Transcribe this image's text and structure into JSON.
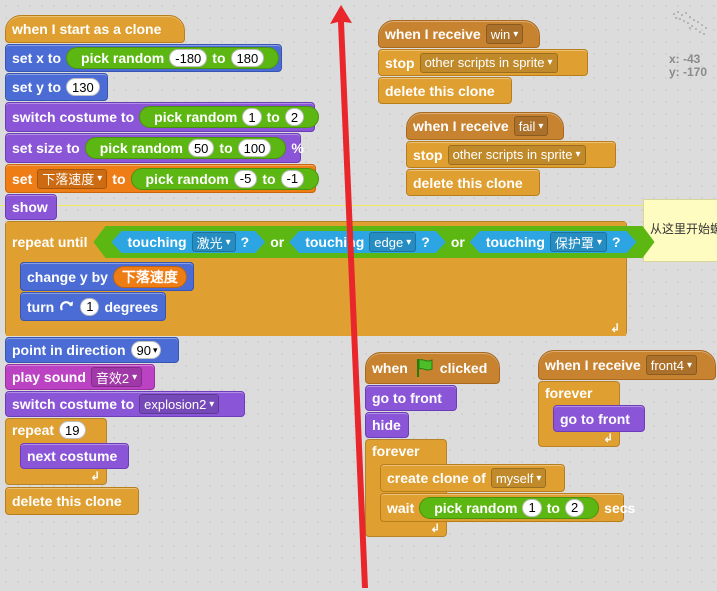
{
  "colors": {
    "events": "#c88330",
    "control": "#e0a031",
    "motion": "#4a6cd4",
    "looks": "#8a55d7",
    "sound": "#bb42c3",
    "data": "#ee7d16",
    "operators": "#5cb712",
    "sensing": "#2ca5e2",
    "annotation_arrow": "#e8262b"
  },
  "sprite_info": {
    "x_label": "x: -43",
    "y_label": "y: -170"
  },
  "comment": {
    "text": "从这里开始螺"
  },
  "script_clone": {
    "hat": "when I start as a clone",
    "set_x": {
      "label": "set x to",
      "op": "pick random",
      "a": "-180",
      "to": "to",
      "b": "180"
    },
    "set_y": {
      "label": "set y to",
      "value": "130"
    },
    "switch_costume": {
      "label": "switch costume to",
      "op": "pick random",
      "a": "1",
      "to": "to",
      "b": "2"
    },
    "set_size": {
      "label": "set size to",
      "op": "pick random",
      "a": "50",
      "to": "to",
      "b": "100",
      "suffix": "%"
    },
    "set_var": {
      "label": "set",
      "var": "下落速度",
      "to_word": "to",
      "op": "pick random",
      "a": "-5",
      "to": "to",
      "b": "-1"
    },
    "show": "show",
    "repeat_until": {
      "label": "repeat until",
      "touching1": {
        "label": "touching",
        "target": "激光",
        "q": "?"
      },
      "or1": "or",
      "touching2": {
        "label": "touching",
        "target": "edge",
        "q": "?"
      },
      "or2": "or",
      "touching3": {
        "label": "touching",
        "target": "保护罩",
        "q": "?"
      },
      "change_y": {
        "label": "change y by",
        "var": "下落速度"
      },
      "turn": {
        "label": "turn",
        "value": "1",
        "suffix": "degrees"
      }
    },
    "point_dir": {
      "label": "point in direction",
      "value": "90"
    },
    "play_sound": {
      "label": "play sound",
      "sound": "音效2"
    },
    "switch_costume2": {
      "label": "switch costume to",
      "costume": "explosion2"
    },
    "repeat": {
      "label": "repeat",
      "value": "19",
      "inner": "next costume"
    },
    "delete": "delete this clone"
  },
  "script_win": {
    "hat": "when I receive",
    "message": "win",
    "stop": "stop",
    "stop_option": "other scripts in sprite",
    "delete": "delete this clone"
  },
  "script_fail": {
    "hat": "when I receive",
    "message": "fail",
    "stop": "stop",
    "stop_option": "other scripts in sprite",
    "delete": "delete this clone"
  },
  "script_flag": {
    "hat_when": "when",
    "hat_clicked": "clicked",
    "go_front": "go to front",
    "hide": "hide",
    "forever": "forever",
    "create_clone": {
      "label": "create clone of",
      "target": "myself"
    },
    "wait": {
      "label": "wait",
      "op": "pick random",
      "a": "1",
      "to": "to",
      "b": "2",
      "suffix": "secs"
    }
  },
  "script_front4": {
    "hat": "when I receive",
    "message": "front4",
    "forever": "forever",
    "go_front": "go to front"
  }
}
